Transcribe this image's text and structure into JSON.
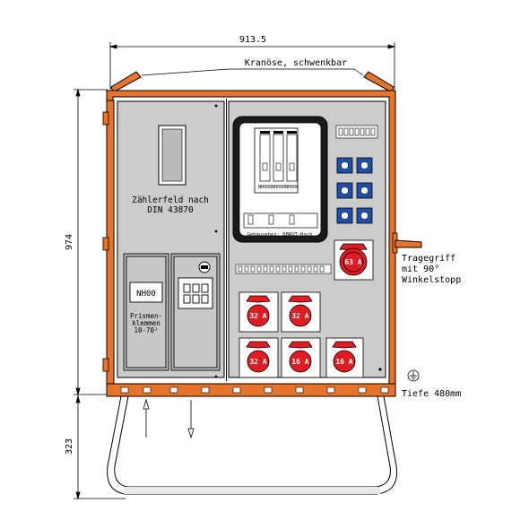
{
  "dimensions": {
    "width": "913.5",
    "height": "974",
    "frame_height": "323",
    "depth": "Tiefe 480mm"
  },
  "callouts": {
    "crane_eyes": "Kranöse, schwenkbar",
    "handle_line1": "Tragegriff",
    "handle_line2": "mit 90°",
    "handle_line3": "Winkelstopp"
  },
  "meter_field": {
    "line1": "Zählerfeld nach",
    "line2": "DIN 43870"
  },
  "fuse_box": {
    "fuse_labels": [
      "NH000",
      "NH000",
      "NH000"
    ],
    "housing_label": "Gehäusebez: 6BRUT-Hoch"
  },
  "main_fuse": {
    "label": "NH00",
    "terminals_line1": "Prismen-",
    "terminals_line2": "klemmen",
    "terminals_line3": "10-70²"
  },
  "sockets": {
    "large": "63 A",
    "row1": [
      "32 A",
      "32 A"
    ],
    "row2": [
      "32 A",
      "16 A",
      "16 A"
    ]
  },
  "colors": {
    "frame_orange": "#e8732b",
    "panel_gray": "#cccccc",
    "socket_red": "#e01b24",
    "schuko_blue": "#1f4fa8"
  }
}
